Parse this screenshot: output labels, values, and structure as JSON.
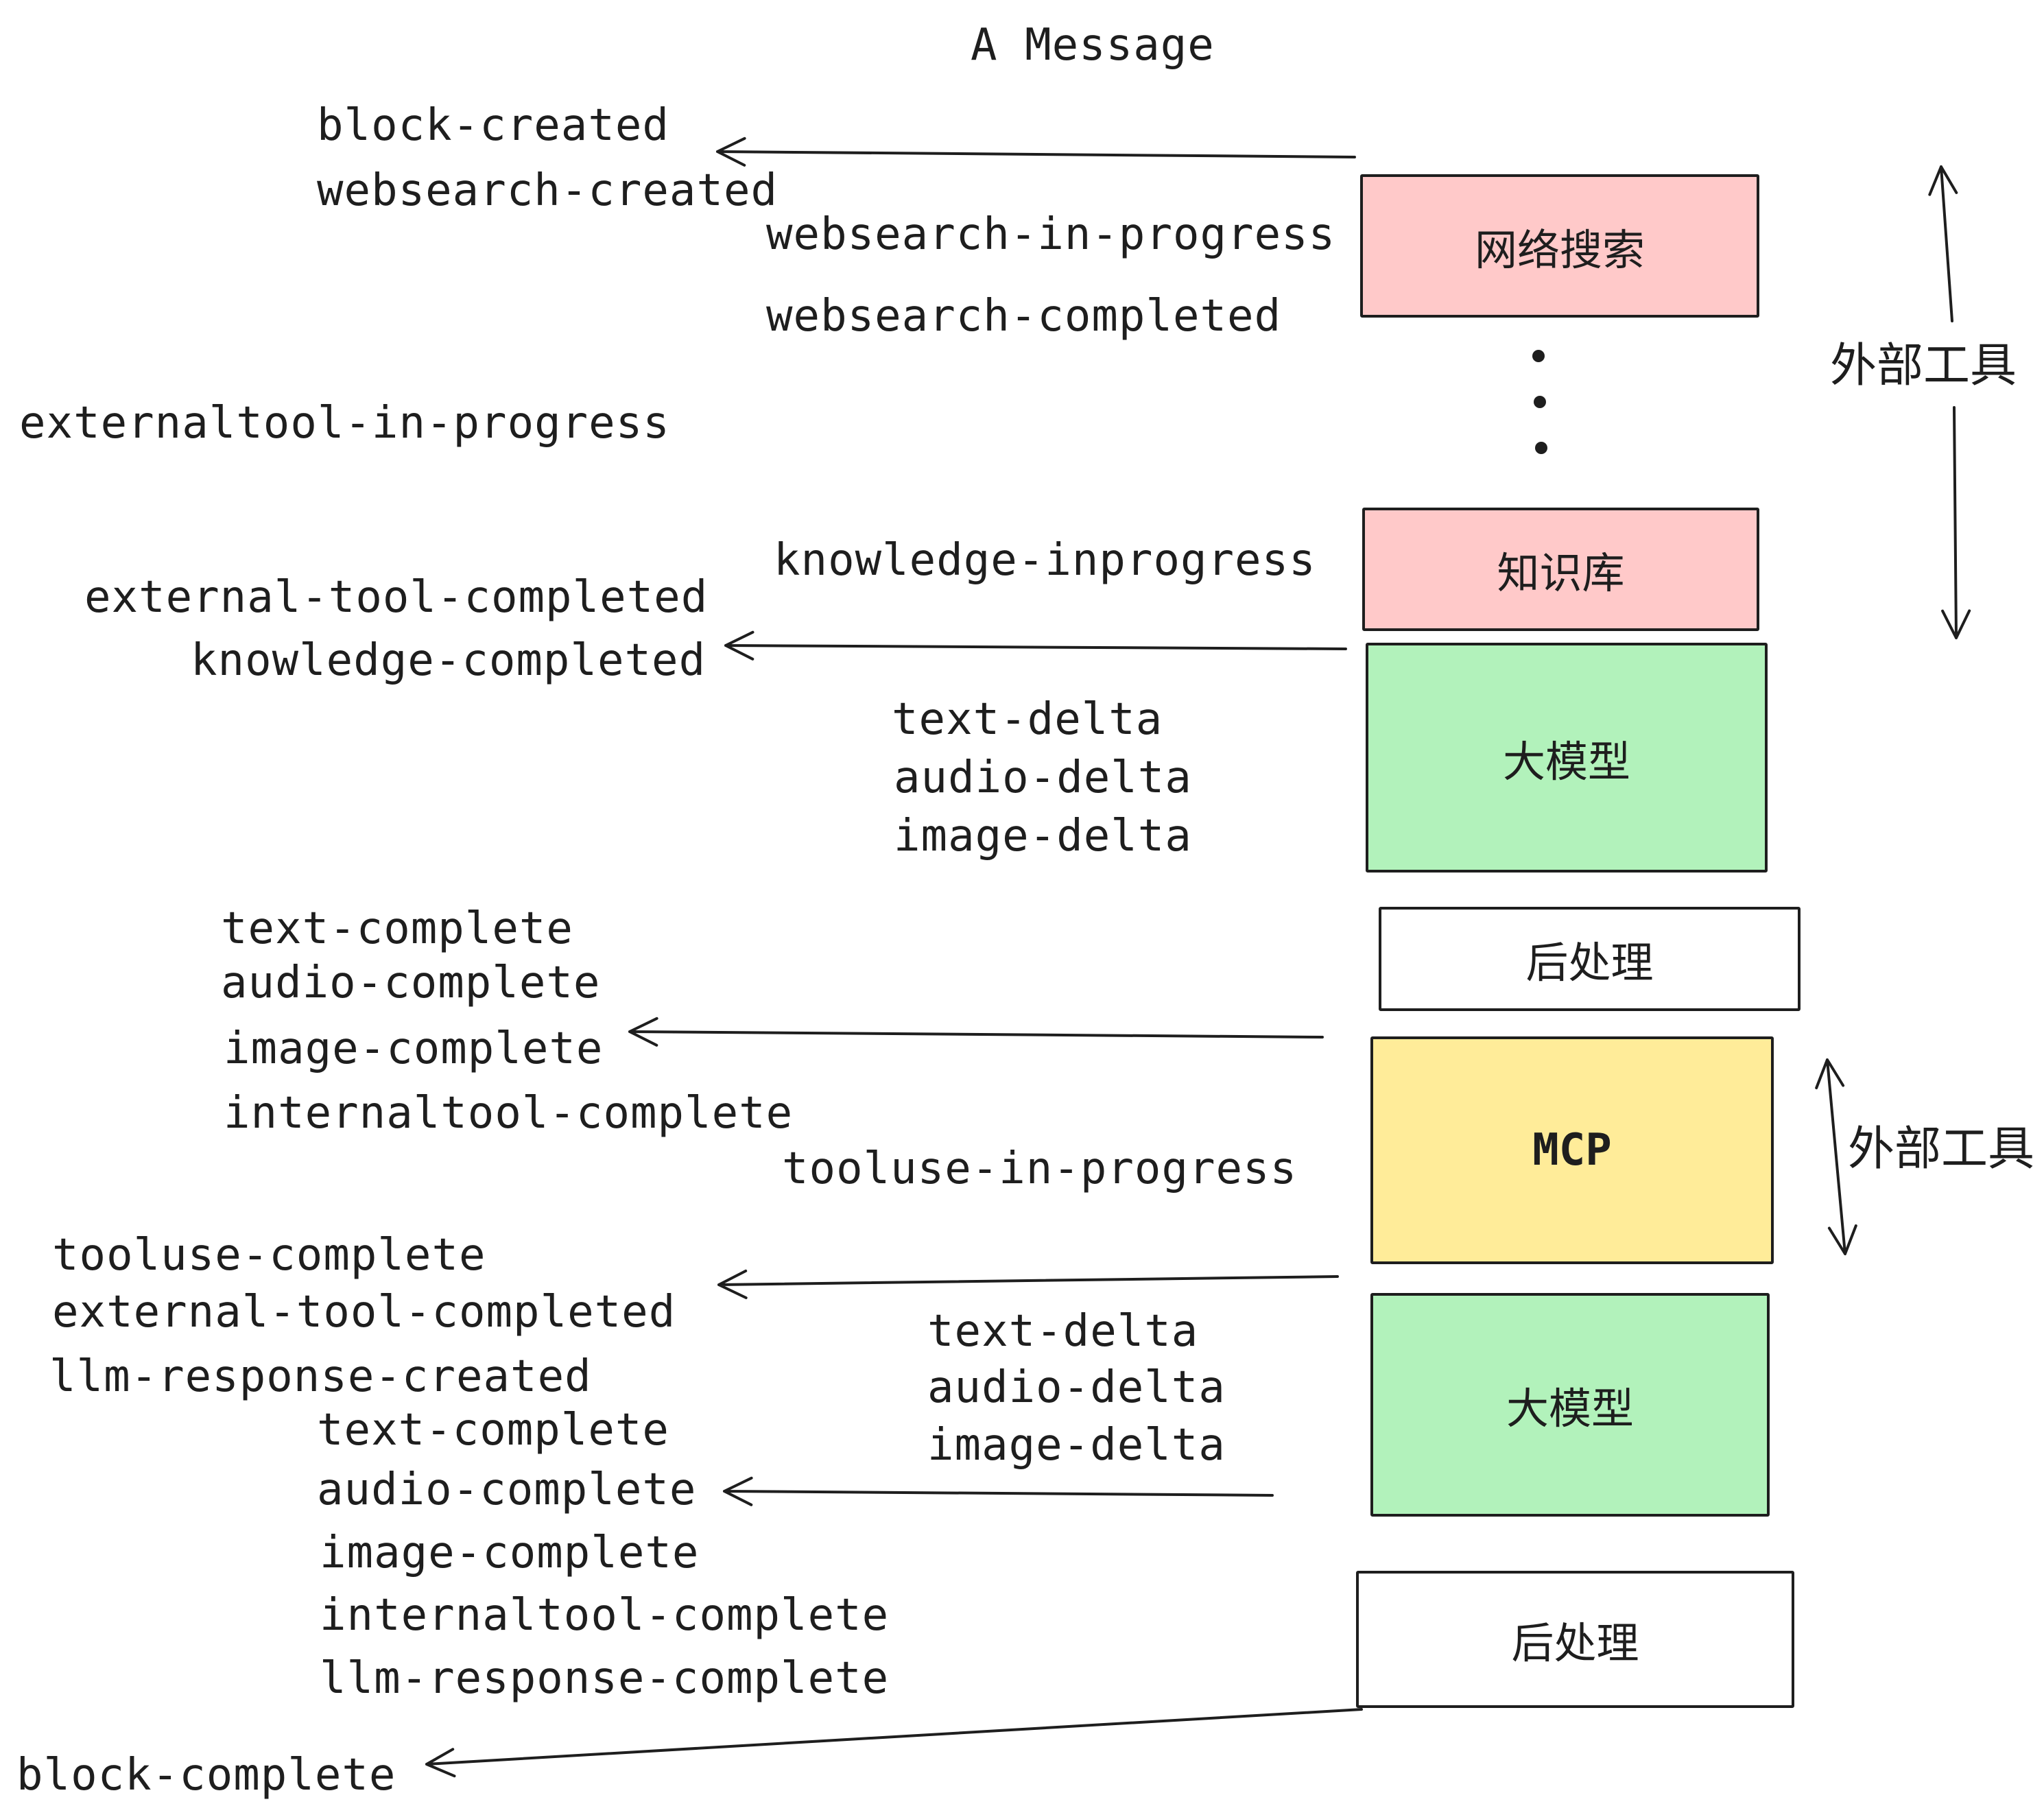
{
  "title": "A Message",
  "colors": {
    "background": "#ffffff",
    "stroke": "#1e1e1e",
    "box_pink": "#ffc9c9",
    "box_green": "#b2f2bb",
    "box_yellow": "#ffec99",
    "box_white": "#ffffff"
  },
  "boxes": [
    {
      "label": "网络搜索"
    },
    {
      "label": "知识库"
    },
    {
      "label": "大模型"
    },
    {
      "label": "后处理"
    },
    {
      "label": "MCP"
    },
    {
      "label": "大模型"
    },
    {
      "label": "后处理"
    }
  ],
  "side_labels": [
    {
      "text": "外部工具"
    },
    {
      "text": "外部工具"
    }
  ],
  "events": [
    {
      "text": "block-created"
    },
    {
      "text": "websearch-created"
    },
    {
      "text": "websearch-in-progress"
    },
    {
      "text": "websearch-completed"
    },
    {
      "text": "externaltool-in-progress"
    },
    {
      "text": "knowledge-inprogress"
    },
    {
      "text": "external-tool-completed"
    },
    {
      "text": "knowledge-completed"
    },
    {
      "text": "text-delta"
    },
    {
      "text": "audio-delta"
    },
    {
      "text": "image-delta"
    },
    {
      "text": "text-complete"
    },
    {
      "text": "audio-complete"
    },
    {
      "text": "image-complete"
    },
    {
      "text": "internaltool-complete"
    },
    {
      "text": "tooluse-in-progress"
    },
    {
      "text": "tooluse-complete"
    },
    {
      "text": "external-tool-completed"
    },
    {
      "text": "llm-response-created"
    },
    {
      "text": "text-delta"
    },
    {
      "text": "audio-delta"
    },
    {
      "text": "image-delta"
    },
    {
      "text": "text-complete"
    },
    {
      "text": "audio-complete"
    },
    {
      "text": "image-complete"
    },
    {
      "text": "internaltool-complete"
    },
    {
      "text": "llm-response-complete"
    },
    {
      "text": "block-complete"
    }
  ]
}
